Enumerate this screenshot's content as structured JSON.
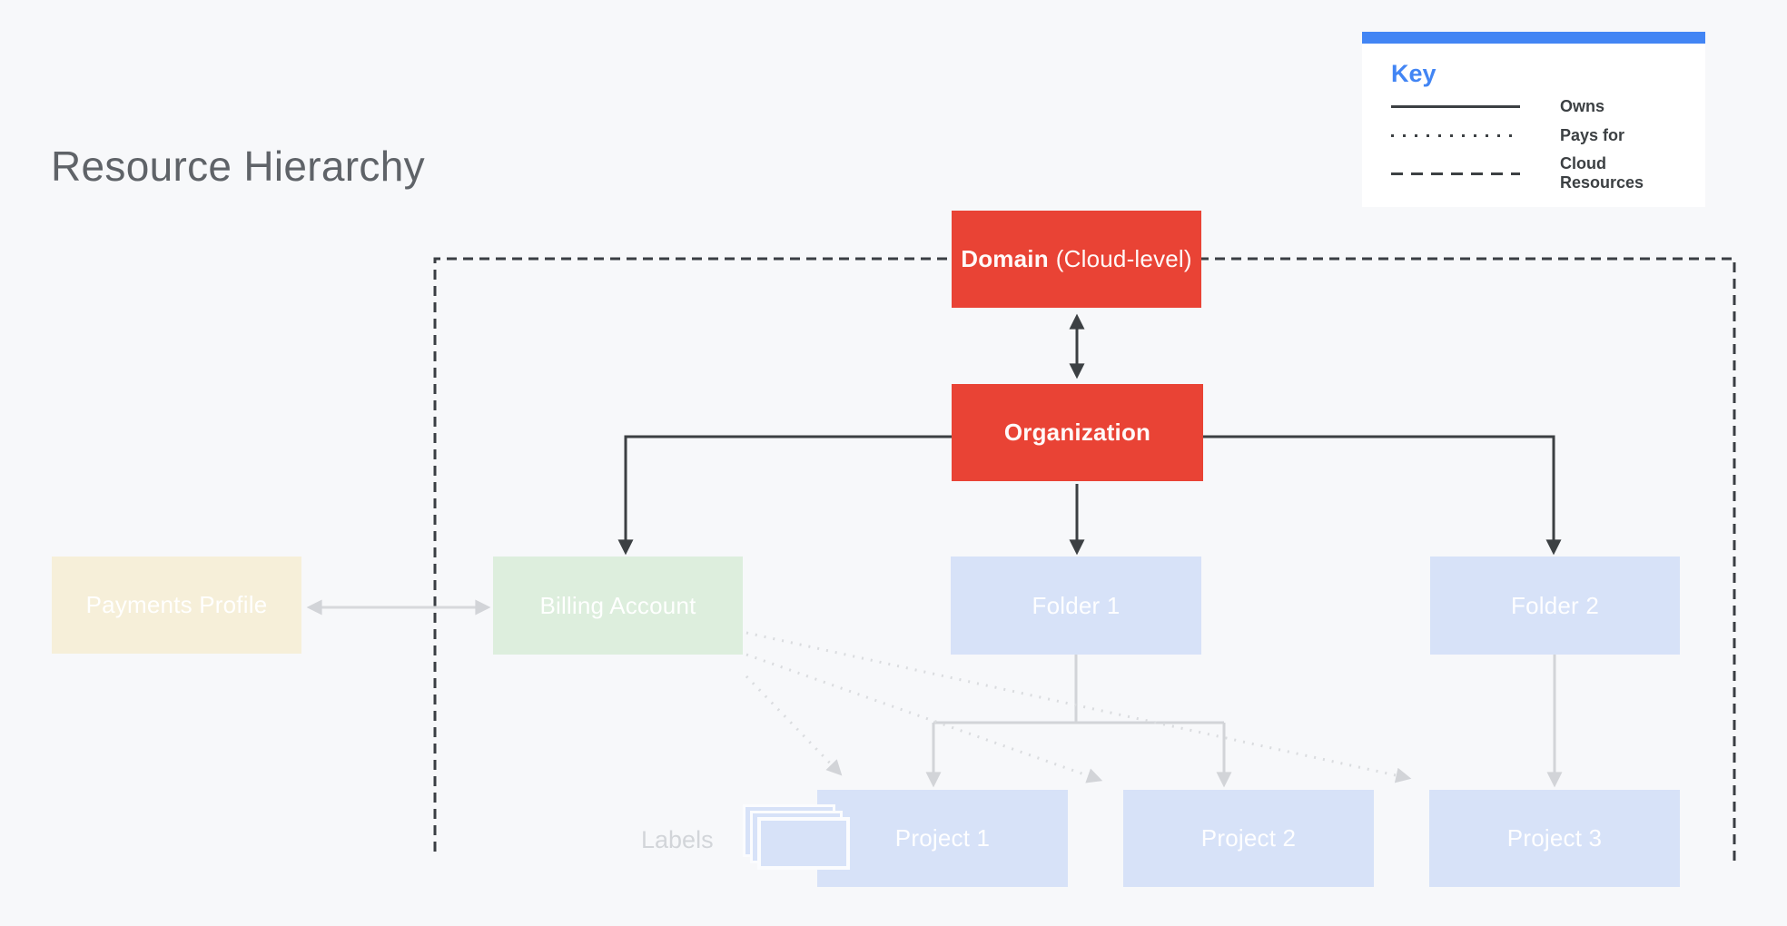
{
  "title": "Resource Hierarchy",
  "key": {
    "title": "Key",
    "items": [
      {
        "style": "solid",
        "label": "Owns"
      },
      {
        "style": "dotted",
        "label": "Pays for"
      },
      {
        "style": "dashed",
        "label": "Cloud Resources"
      }
    ]
  },
  "nodes": {
    "domain": {
      "bold": "Domain",
      "rest": "(Cloud-level)"
    },
    "organization": {
      "label": "Organization"
    },
    "payments_profile": {
      "label": "Payments Profile"
    },
    "billing_account": {
      "label": "Billing Account"
    },
    "folder1": {
      "label": "Folder 1"
    },
    "folder2": {
      "label": "Folder 2"
    },
    "project1": {
      "label": "Project 1"
    },
    "project2": {
      "label": "Project 2"
    },
    "project3": {
      "label": "Project 3"
    }
  },
  "labels_caption": "Labels",
  "colors": {
    "background": "#F7F8FA",
    "red_node": "#E94335",
    "blue_node": "#D7E2F8",
    "green_node": "#DDEEDD",
    "cream_node": "#F6EFD9",
    "key_accent": "#4285F4",
    "dark_line": "#3C4043",
    "gray_line": "#D2D4D8",
    "title_text": "#5F6368"
  },
  "edges": [
    {
      "from": "Domain",
      "to": "Organization",
      "type": "owns",
      "bidirectional": true
    },
    {
      "from": "Organization",
      "to": "Billing Account",
      "type": "owns"
    },
    {
      "from": "Organization",
      "to": "Folder 1",
      "type": "owns"
    },
    {
      "from": "Organization",
      "to": "Folder 2",
      "type": "owns"
    },
    {
      "from": "Payments Profile",
      "to": "Billing Account",
      "type": "linked",
      "bidirectional": true
    },
    {
      "from": "Folder 1",
      "to": "Project 1",
      "type": "owns"
    },
    {
      "from": "Folder 1",
      "to": "Project 2",
      "type": "owns"
    },
    {
      "from": "Folder 2",
      "to": "Project 3",
      "type": "owns"
    },
    {
      "from": "Billing Account",
      "to": "Project 1",
      "type": "pays_for"
    },
    {
      "from": "Billing Account",
      "to": "Project 2",
      "type": "pays_for"
    },
    {
      "from": "Billing Account",
      "to": "Project 3",
      "type": "pays_for"
    }
  ]
}
